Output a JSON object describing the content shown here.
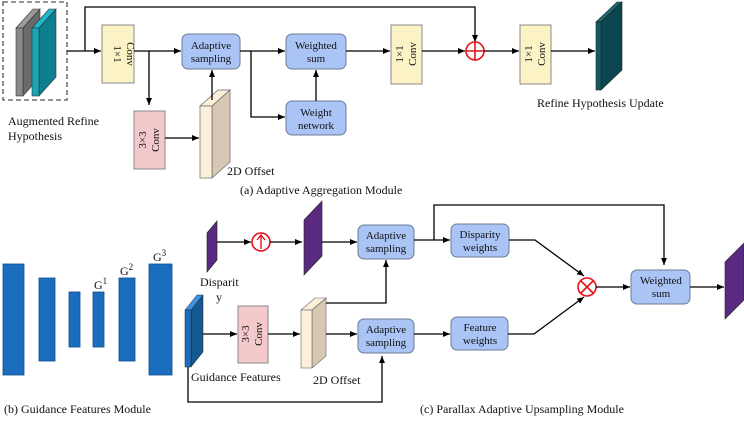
{
  "colors": {
    "block_fill": "#a9c4f5",
    "block_stroke": "#6c7b95",
    "conv1x1_fill": "#fbf2c6",
    "conv3x3_fill": "#f4c9cc",
    "offset_front": "#fdf0da",
    "offset_side": "#d6c8b2",
    "operator_red": "#e8101a",
    "guidance_blue": "#1a6dbf",
    "disparity_purple": "#5a2a82",
    "hyp_gray": "#6a6a6a",
    "hyp_teal": "#0e7f8e",
    "update_teal": "#0b4650"
  },
  "module_a": {
    "caption": "(a) Adaptive Aggregation Module",
    "input_label_line1": "Augmented Refine",
    "input_label_line2": "Hypothesis",
    "conv1_line1": "1×1",
    "conv1_line2": "Conv",
    "conv3_line1": "3×3",
    "conv3_line2": "Conv",
    "adaptive_line1": "Adaptive",
    "adaptive_line2": "sampling",
    "weighted_line1": "Weighted",
    "weighted_line2": "sum",
    "weightnet_line1": "Weight",
    "weightnet_line2": "network",
    "conv2_line1": "1×1",
    "conv2_line2": "Conv",
    "conv4_line1": "1×1",
    "conv4_line2": "Conv",
    "offset_label": "2D Offset",
    "output_label": "Refine Hypothesis Update"
  },
  "module_b": {
    "caption": "(b) Guidance Features Module",
    "g1": "G",
    "g1_sup": "1",
    "g2": "G",
    "g2_sup": "2",
    "g3": "G",
    "g3_sup": "3"
  },
  "module_c": {
    "caption": "(c) Parallax Adaptive Upsampling Module",
    "disparity_line1": "Disparit",
    "disparity_line2": "y",
    "guidance_label": "Guidance Features",
    "conv_line1": "3×3",
    "conv_line2": "Conv",
    "offset_label": "2D Offset",
    "adaptive_top_line1": "Adaptive",
    "adaptive_top_line2": "sampling",
    "adaptive_bot_line1": "Adaptive",
    "adaptive_bot_line2": "sampling",
    "disp_weights_line1": "Disparity",
    "disp_weights_line2": "weights",
    "feat_weights_line1": "Feature",
    "feat_weights_line2": "weights",
    "weighted_line1": "Weighted",
    "weighted_line2": "sum"
  }
}
